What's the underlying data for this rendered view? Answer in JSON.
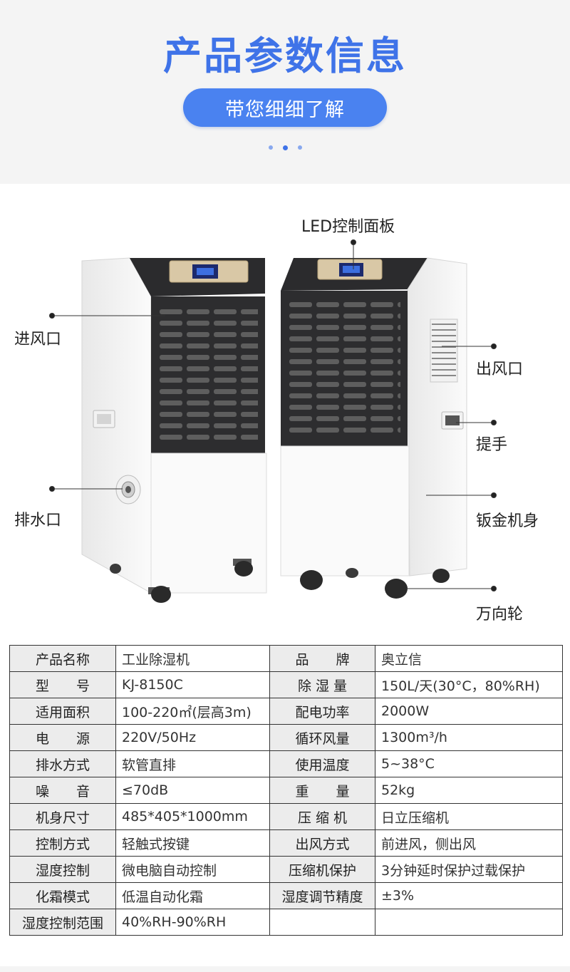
{
  "header": {
    "title": "产品参数信息",
    "subtitle": "带您细细了解"
  },
  "callouts": {
    "led_panel": "LED控制面板",
    "air_inlet": "进风口",
    "air_outlet": "出风口",
    "handle": "提手",
    "drain": "排水口",
    "body": "钣金机身",
    "wheels": "万向轮"
  },
  "specs": {
    "rows": [
      {
        "l1": "产品名称",
        "v1": "工业除湿机",
        "l2": "品　　牌",
        "v2": "奥立信"
      },
      {
        "l1": "型　　号",
        "v1": "KJ-8150C",
        "l2": "除 湿 量",
        "v2": "150L/天(30°C，80%RH)"
      },
      {
        "l1": "适用面积",
        "v1": "100-220㎡(层高3m)",
        "l2": "配电功率",
        "v2": "2000W"
      },
      {
        "l1": "电　　源",
        "v1": "220V/50Hz",
        "l2": "循环风量",
        "v2": "1300m³/h"
      },
      {
        "l1": "排水方式",
        "v1": "软管直排",
        "l2": "使用温度",
        "v2": "5~38°C"
      },
      {
        "l1": "噪　　音",
        "v1": "≤70dB",
        "l2": "重　　量",
        "v2": "52kg"
      },
      {
        "l1": "机身尺寸",
        "v1": "485*405*1000mm",
        "l2": "压 缩 机",
        "v2": "日立压缩机"
      },
      {
        "l1": "控制方式",
        "v1": "轻触式按键",
        "l2": "出风方式",
        "v2": "前进风，侧出风"
      },
      {
        "l1": "湿度控制",
        "v1": "微电脑自动控制",
        "l2": "压缩机保护",
        "v2": "3分钟延时保护过载保护"
      },
      {
        "l1": "化霜模式",
        "v1": "低温自动化霜",
        "l2": "湿度调节精度",
        "v2": "±3%"
      }
    ],
    "last_row": {
      "l1": "湿度控制范围",
      "v1": "40%RH-90%RH"
    }
  }
}
